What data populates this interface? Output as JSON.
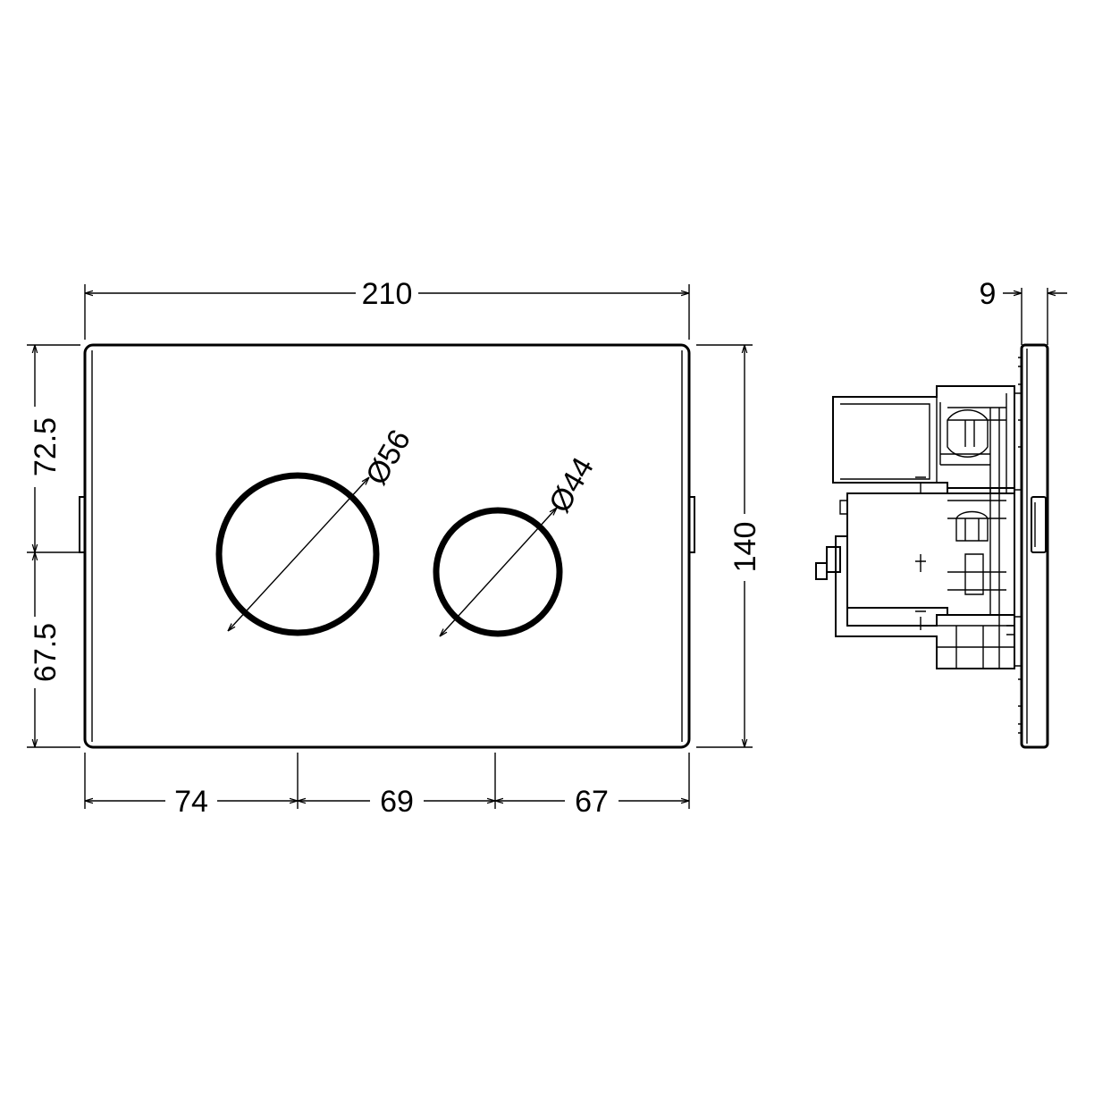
{
  "dimensions": {
    "overall_width": "210",
    "overall_height": "140",
    "depth": "9",
    "top_to_center": "72.5",
    "center_to_bottom": "67.5",
    "left_to_button1": "74",
    "button1_to_button2": "69",
    "button2_to_right": "67"
  },
  "buttons": {
    "large_diameter": "Ø56",
    "small_diameter": "Ø44"
  },
  "colors": {
    "line": "#000000",
    "background": "#ffffff"
  }
}
